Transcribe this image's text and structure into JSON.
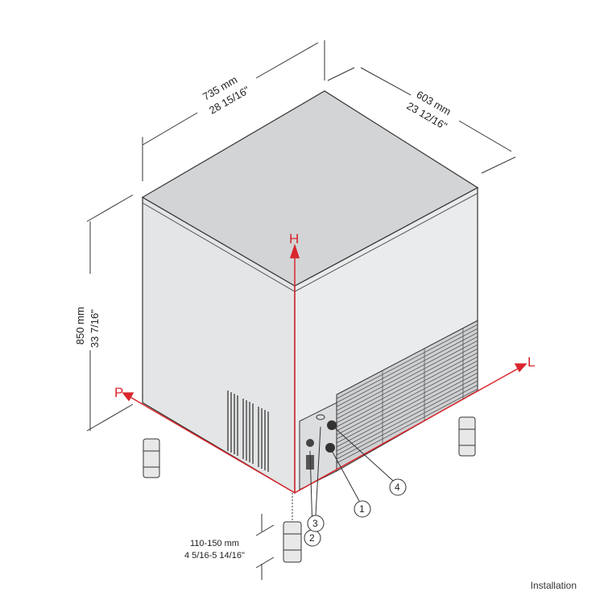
{
  "diagram": {
    "caption": "Installation",
    "dimensions": {
      "width": {
        "mm": "735 mm",
        "inch": "28 15/16\""
      },
      "depth": {
        "mm": "603 mm",
        "inch": "23 12/16\""
      },
      "height": {
        "mm": "850 mm",
        "inch": "33 7/16\""
      },
      "legs": {
        "mm": "110-150 mm",
        "inch": "4 5/16-5 14/16\""
      }
    },
    "axes": {
      "h": "H",
      "l": "L",
      "p": "P"
    },
    "callouts": [
      "1",
      "2",
      "3",
      "4"
    ],
    "colors": {
      "axis": "#d7262c",
      "line": "#333333",
      "body": "#e6e7e8",
      "top": "#d4d5d7",
      "shade": "#c9cacc"
    }
  }
}
